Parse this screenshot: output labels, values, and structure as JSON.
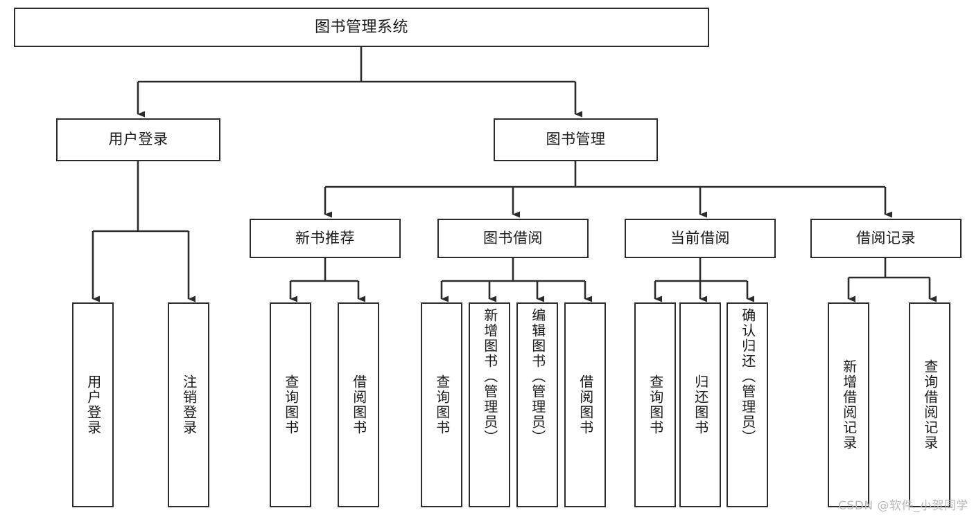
{
  "diagram": {
    "title": "图书管理系统",
    "type": "tree-hierarchy-chart",
    "watermark": "CSDN @软件_小贺同学",
    "colors": {
      "stroke": "#2b2b2b",
      "fill": "#ffffff",
      "text": "#1a1a1a",
      "watermark": "#b9b9b9"
    },
    "nodes": {
      "root": {
        "label": "图书管理系统"
      },
      "level1": [
        {
          "id": "user-login",
          "label": "用户登录"
        },
        {
          "id": "book-manage",
          "label": "图书管理"
        }
      ],
      "level2": [
        {
          "id": "new-book-recommend",
          "label": "新书推荐"
        },
        {
          "id": "book-borrow",
          "label": "图书借阅"
        },
        {
          "id": "current-borrow",
          "label": "当前借阅"
        },
        {
          "id": "borrow-record",
          "label": "借阅记录"
        }
      ],
      "leaves": {
        "user_login": [
          {
            "id": "leaf-user-login",
            "label": "用户登录"
          },
          {
            "id": "leaf-logout-login",
            "label": "注销登录"
          }
        ],
        "new_book_recommend": [
          {
            "id": "leaf-query-book-1",
            "label": "查询图书"
          },
          {
            "id": "leaf-borrow-book-1",
            "label": "借阅图书"
          }
        ],
        "book_borrow": [
          {
            "id": "leaf-query-book-2",
            "label": "查询图书"
          },
          {
            "id": "leaf-add-book",
            "label": "新增图书（管理员）"
          },
          {
            "id": "leaf-edit-book",
            "label": "编辑图书（管理员）"
          },
          {
            "id": "leaf-borrow-book-2",
            "label": "借阅图书"
          }
        ],
        "current_borrow": [
          {
            "id": "leaf-query-book-3",
            "label": "查询图书"
          },
          {
            "id": "leaf-return-book",
            "label": "归还图书"
          },
          {
            "id": "leaf-confirm-return",
            "label": "确认归还（管理员）"
          }
        ],
        "borrow_record": [
          {
            "id": "leaf-add-record",
            "label": "新增借阅记录"
          },
          {
            "id": "leaf-query-record",
            "label": "查询借阅记录"
          }
        ]
      }
    }
  }
}
